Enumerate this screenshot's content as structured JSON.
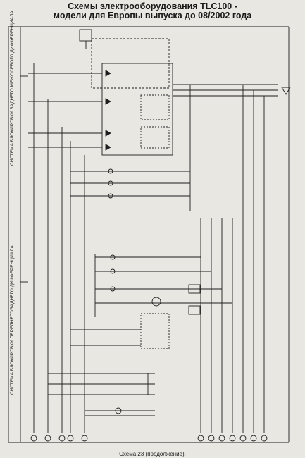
{
  "header": {
    "title_line1": "Схемы электрооборудования TLC100 -",
    "title_line2": "модели для Европы выпуска до 08/2002 года"
  },
  "footer": {
    "caption": "Схема 23 (продолжение)."
  },
  "side_labels": {
    "upper": "СИСТЕМА БЛОКИРОВКИ ЗАДНЕГО МЕЖОСЕВОГО ДИФФЕРЕНЦИАЛА",
    "lower": "СИСТЕМА БЛОКИРОВКИ ПЕРЕДНЕГО/ЗАДНЕГО ДИФФЕРЕНЦИАЛА"
  },
  "colors": {
    "background": "#e9e7e2",
    "line": "#1d1d1d",
    "text": "#1a1a1a"
  }
}
